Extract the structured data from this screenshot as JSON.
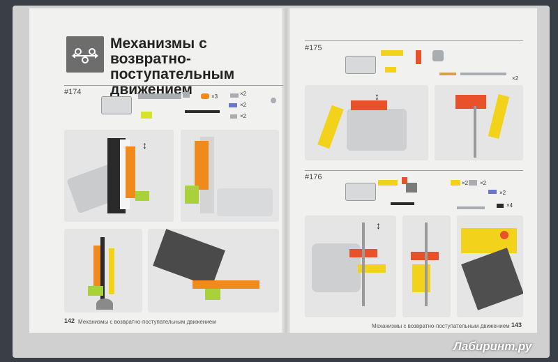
{
  "heading": "Механизмы с возвратно-поступательным движением",
  "heading_lines": [
    "Механизмы с возвратно-",
    "поступательным",
    "движением"
  ],
  "steps": [
    "#174",
    "#175",
    "#176"
  ],
  "multipliers": {
    "s174": [
      "×3",
      "×2",
      "×2",
      "×2"
    ],
    "s175": [
      "×2"
    ],
    "s176": [
      "×2",
      "×2",
      "×2",
      "×4"
    ]
  },
  "footer_left": {
    "page": "142",
    "text": "Механизмы с возвратно-поступательным движением"
  },
  "footer_right": {
    "page": "143",
    "text": "Механизмы с возвратно-поступательным движением"
  },
  "watermark": "Лабиринт.ру",
  "colors": {
    "yellow": "#f2d21b",
    "orange": "#f08a1d",
    "red": "#e8512a",
    "grey": "#a9acb0",
    "lime": "#a8d13a"
  }
}
